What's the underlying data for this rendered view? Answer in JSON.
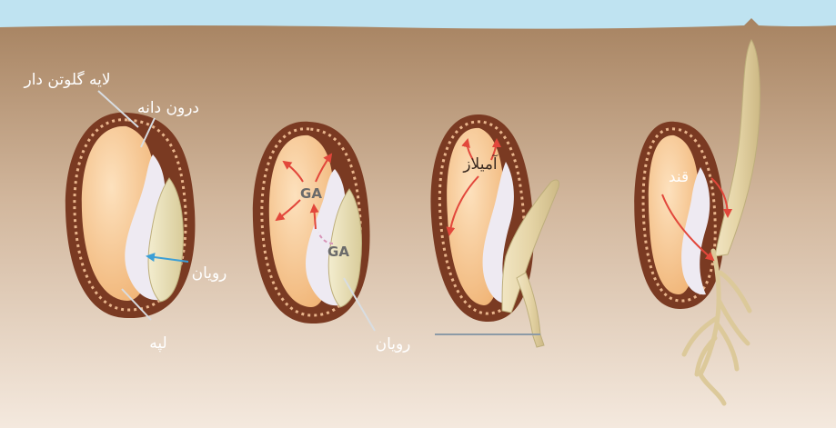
{
  "labels": {
    "aleurone_layer": "لایه گلوتن دار",
    "endosperm": "درون دانه",
    "embryo_1": "رویان",
    "cotyledon": "لپه",
    "gibberellin_1": "GA",
    "gibberellin_2": "GA",
    "embryo_2": "رویان",
    "amylase": "آمیلاز",
    "sugar": "قند"
  },
  "colors": {
    "sky": "#bfe3f1",
    "soil_top": "#a78361",
    "soil_bottom": "#f2e6da",
    "seed_coat": "#7a3a22",
    "endosperm": "#f7c48c",
    "embryo": "#e9e0ba",
    "arrow_red": "#e2473b",
    "arrow_blue": "#3c9fd6"
  }
}
